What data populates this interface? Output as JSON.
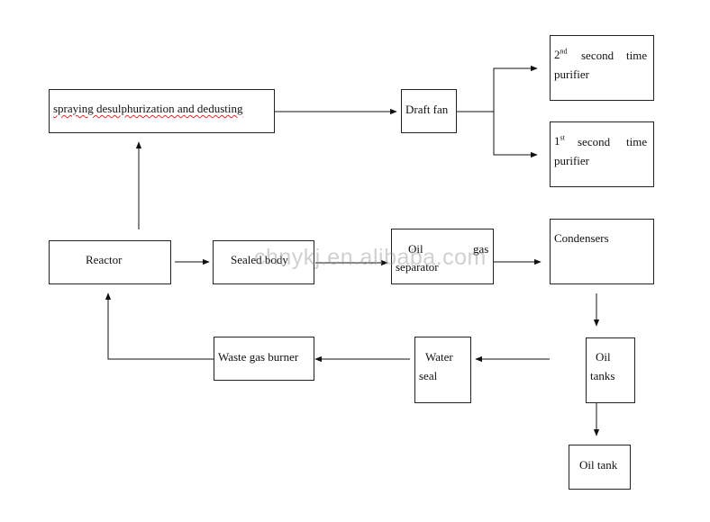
{
  "nodes": {
    "spraying": {
      "label": "spraying desulphurization and dedusting"
    },
    "draft_fan": {
      "label": "Draft fan"
    },
    "purifier2": {
      "number": "2",
      "suffix": "nd",
      "word1": "second",
      "word2": "time",
      "word3": "purifier"
    },
    "purifier1": {
      "number": "1",
      "suffix": "st",
      "word1": "second",
      "word2": "time",
      "word3": "purifier"
    },
    "reactor": {
      "label": "Reactor"
    },
    "sealed_body": {
      "label": "Sealed body"
    },
    "oil_gas_separator": {
      "word1": "Oil",
      "word2": "gas",
      "word3": "separator"
    },
    "condensers": {
      "label": "Condensers"
    },
    "oil_tanks": {
      "word1": "Oil",
      "word2": "tanks"
    },
    "water_seal": {
      "word1": "Water",
      "word2": "seal"
    },
    "waste_gas_burner": {
      "label": "Waste gas burner"
    },
    "oil_tank": {
      "label": "Oil tank"
    }
  },
  "watermark": "chnykj.en.alibaba.com"
}
